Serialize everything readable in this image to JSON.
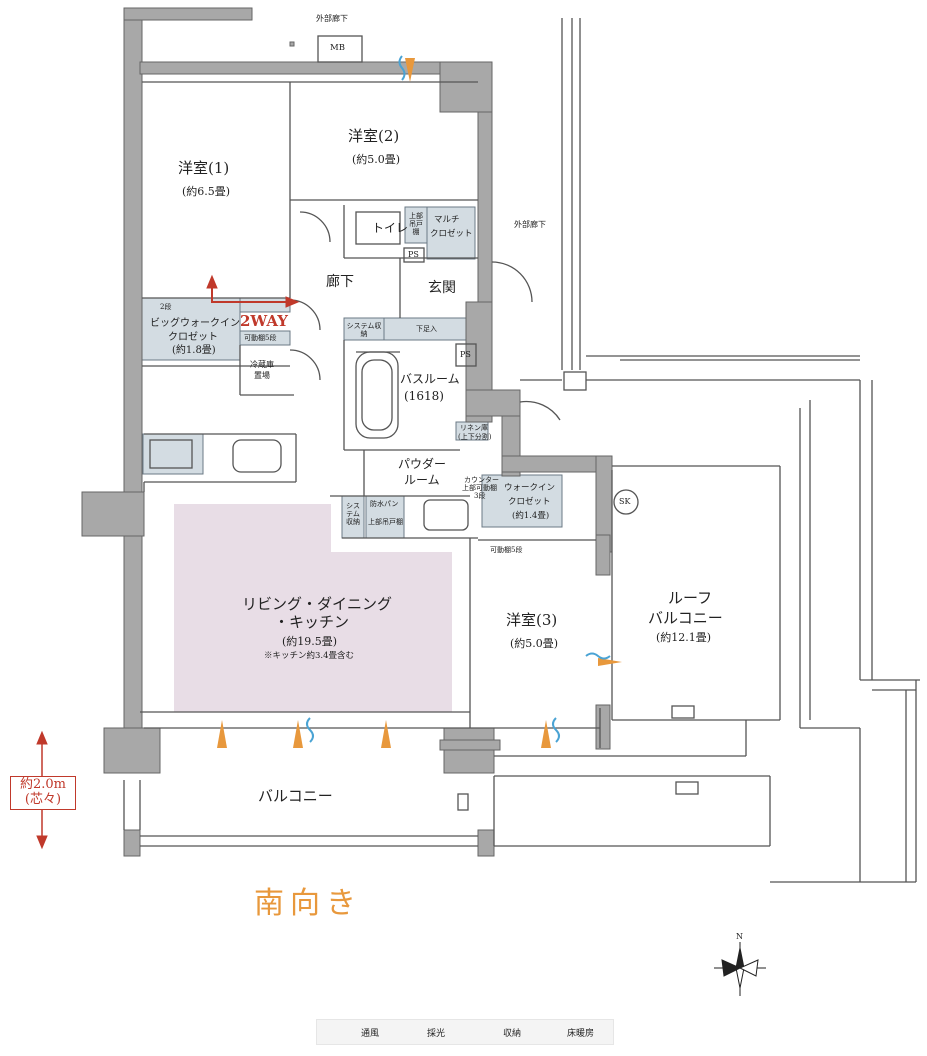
{
  "rooms": {
    "western1": {
      "name": "洋室(1)",
      "size": "(約6.5畳)"
    },
    "western2": {
      "name": "洋室(2)",
      "size": "(約5.0畳)"
    },
    "western3": {
      "name": "洋室(3)",
      "size": "(約5.0畳)"
    },
    "ldk": {
      "name1": "リビング・ダイニング",
      "name2": "・キッチン",
      "size": "(約19.5畳)",
      "note": "※キッチン約3.4畳含む"
    },
    "roof_balcony": {
      "name1": "ルーフ",
      "name2": "バルコニー",
      "size": "(約12.1畳)"
    },
    "balcony": {
      "name": "バルコニー"
    },
    "bathroom": {
      "name": "バスルーム",
      "size": "(1618)"
    },
    "powder": {
      "name1": "パウダー",
      "name2": "ルーム"
    },
    "entrance": {
      "name": "玄関"
    },
    "hallway": {
      "name": "廊下"
    },
    "toilet": {
      "name": "トイレ"
    }
  },
  "storage": {
    "big_wic": {
      "label1": "ビッグウォークイン",
      "label2": "クロゼット",
      "size": "(約1.8畳)",
      "shelf1": "2段",
      "shelf2": "可動棚5段"
    },
    "wic": {
      "label1": "ウォークイン",
      "label2": "クロゼット",
      "size": "(約1.4畳)",
      "shelf": "可動棚5段"
    },
    "multi_closet": {
      "label1": "マルチ",
      "label2": "クロゼット"
    },
    "system_storage": "システム収納",
    "system_storage2": "システム収納",
    "shoe_box": "下足入",
    "linen": {
      "label1": "リネン庫",
      "label2": "(上下分割)"
    },
    "upper_cabinet": "上部吊戸棚",
    "upper_cabinet2": "上部吊戸棚",
    "waterproof_pan": "防水パン",
    "counter": {
      "label1": "カウンター",
      "label2": "上部可動棚",
      "label3": "3段"
    },
    "fridge": {
      "label1": "冷蔵庫",
      "label2": "置場"
    }
  },
  "labels": {
    "mb": "MB",
    "ps1": "PS",
    "ps2": "PS",
    "sk": "SK",
    "outer_corridor_top": "外部廊下",
    "outer_corridor_right": "外部廊下",
    "two_way": "2WAY",
    "orientation": "南向き",
    "dimension1": "約2.0m",
    "dimension2": "(芯々)",
    "compass_n": "N"
  },
  "legend": {
    "ventilation": "通風",
    "daylight": "採光",
    "storage": "収納",
    "floor_heating": "床暖房"
  },
  "colors": {
    "wall": "#a8a8a8",
    "storage": "#d3dce2",
    "floor_heating": "#e8dde6",
    "daylight": "#e8983c",
    "ventilation": "#4aa3d4",
    "accent_red": "#c0392b",
    "line": "#555555"
  }
}
